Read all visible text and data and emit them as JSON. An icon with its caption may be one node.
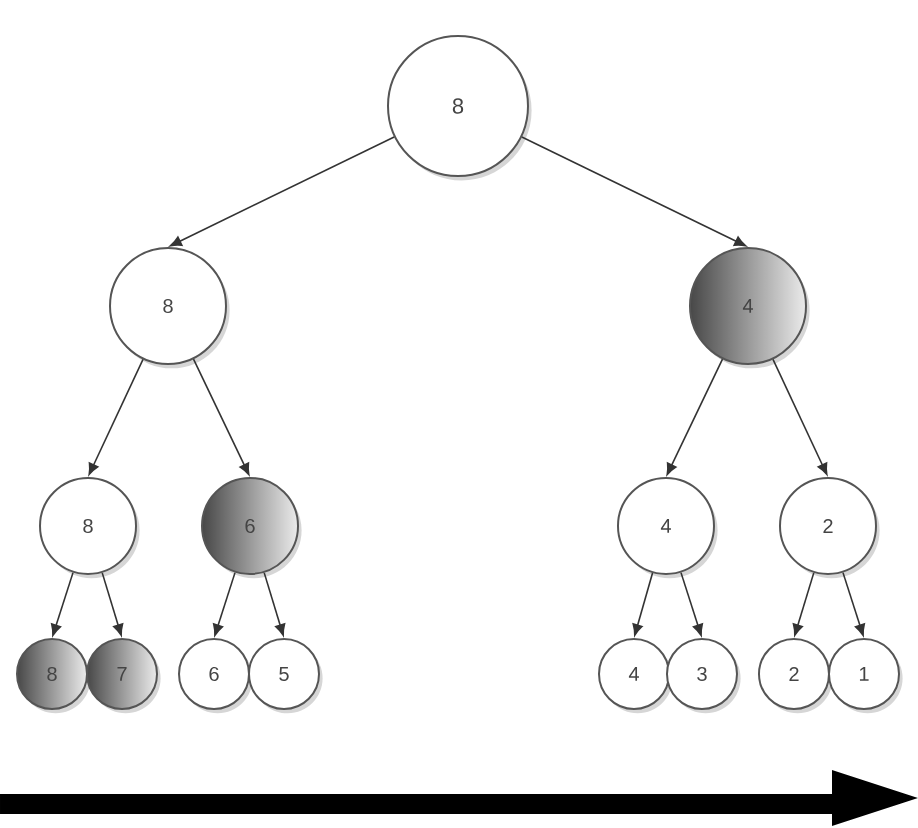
{
  "diagram": {
    "nodes": [
      {
        "text": [
          "8"
        ]
      },
      {
        "text": [
          "8"
        ]
      },
      {
        "text": [
          "4"
        ]
      },
      {
        "text": [
          "8"
        ]
      },
      {
        "text": [
          "6"
        ]
      },
      {
        "text": [
          "4"
        ]
      },
      {
        "text": [
          "2"
        ]
      },
      {
        "text": [
          "8"
        ]
      },
      {
        "text": [
          "7"
        ]
      },
      {
        "text": [
          "6"
        ]
      },
      {
        "text": [
          "5"
        ]
      },
      {
        "text": [
          "4"
        ]
      },
      {
        "text": [
          "3"
        ]
      },
      {
        "text": [
          "2"
        ]
      },
      {
        "text": [
          "1"
        ]
      }
    ],
    "edges": [
      {
        "from": 0,
        "to": 1,
        "arrow": "to"
      },
      {
        "from": 0,
        "to": 2,
        "arrow": "to"
      },
      {
        "from": 1,
        "to": 3,
        "arrow": "to"
      },
      {
        "from": 1,
        "to": 4,
        "arrow": "to"
      },
      {
        "from": 2,
        "to": 5,
        "arrow": "to"
      },
      {
        "from": 2,
        "to": 6,
        "arrow": "to"
      },
      {
        "from": 3,
        "to": 7,
        "arrow": "to"
      },
      {
        "from": 3,
        "to": 8,
        "arrow": "to"
      },
      {
        "from": 4,
        "to": 9,
        "arrow": "to"
      },
      {
        "from": 4,
        "to": 10,
        "arrow": "to"
      },
      {
        "from": 5,
        "to": 11,
        "arrow": "to"
      },
      {
        "from": 5,
        "to": 12,
        "arrow": "to"
      },
      {
        "from": 6,
        "to": 13,
        "arrow": "to"
      },
      {
        "from": 6,
        "to": 14,
        "arrow": "to"
      }
    ]
  }
}
